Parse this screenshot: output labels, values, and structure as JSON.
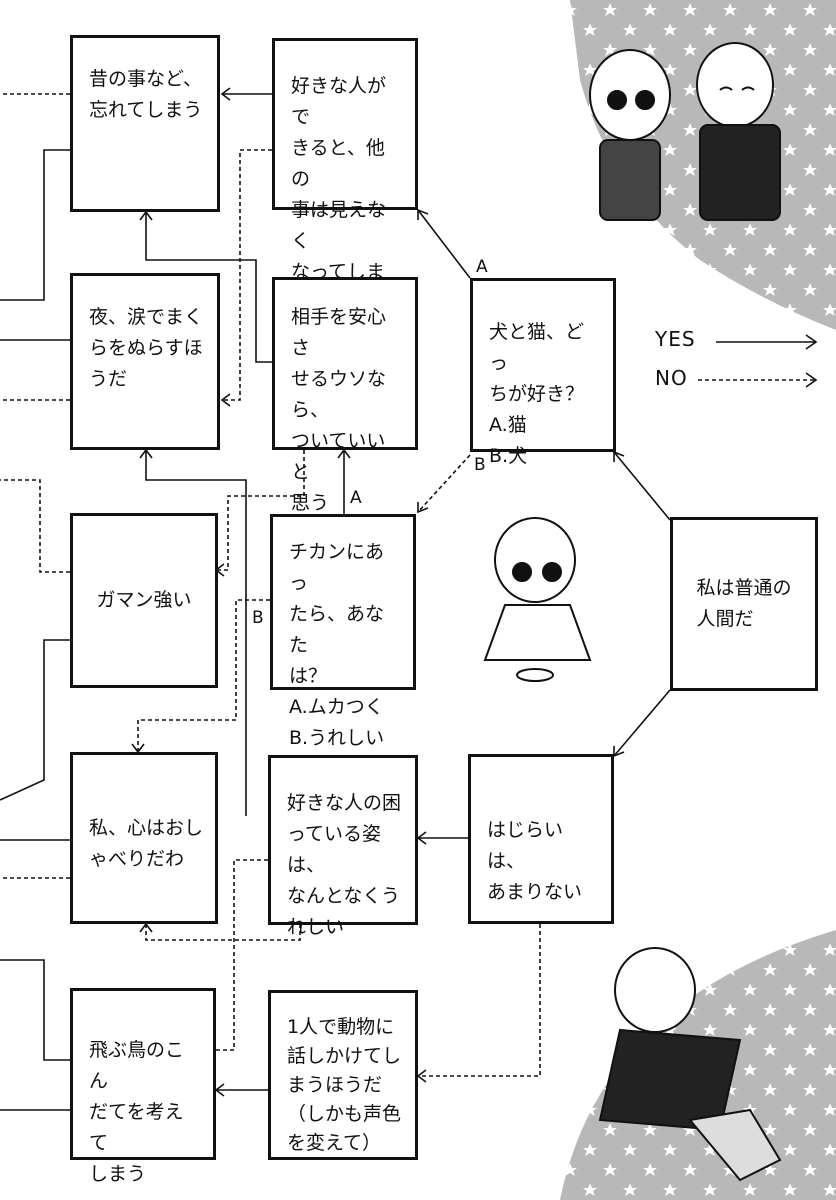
{
  "legend": {
    "yes": "YES",
    "no": "NO"
  },
  "nodes": {
    "n1": "昔の事など、\n忘れてしまう",
    "n2": "好きな人がで\nきると、他の\n事は見えなく\nなってしまう",
    "n3": "夜、涙でまく\nらをぬらすほ\nうだ",
    "n4": "相手を安心さ\nせるウソなら、\nついていいと\n思う",
    "n5": "犬と猫、どっ\nちが好き？\nA.猫\nB.犬",
    "n6": "ガマン強い",
    "n7": "チカンにあっ\nたら、あなた\nは？\nA.ムカつく\nB.うれしい",
    "n8": "私は普通の\n人間だ",
    "n9": "私、心はおし\nゃべりだわ",
    "n10": "好きな人の困\nっている姿は、\nなんとなくう\nれしい",
    "n11": "はじらいは、\nあまりない",
    "n12": "飛ぶ鳥のこん\nだてを考えて\nしまう",
    "n13": "1人で動物に\n話しかけてし\nまうほうだ\n（しかも声色\nを変えて）"
  },
  "edge_labels": {
    "a1": "A",
    "b1": "B",
    "a2": "A",
    "b2": "B"
  },
  "colors": {
    "ink": "#111111",
    "star_bg": "#b8b8b8",
    "star": "#ffffff"
  }
}
